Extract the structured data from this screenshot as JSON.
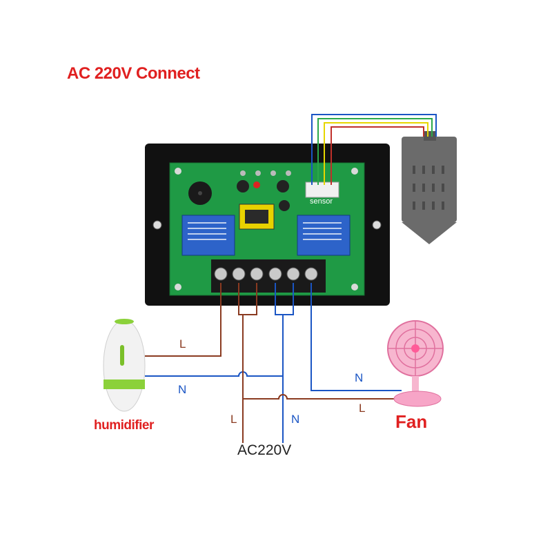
{
  "title": "AC 220V Connect",
  "labels": {
    "humidifier": "humidifier",
    "fan": "Fan",
    "ac_source": "AC220V",
    "sensor_port": "sensor",
    "live": "L",
    "neutral": "N"
  },
  "colors": {
    "title": "#e02020",
    "live_wire": "#8a3a20",
    "neutral_wire": "#1a55c4",
    "pcb": "#1f9a45",
    "case": "#111111"
  }
}
